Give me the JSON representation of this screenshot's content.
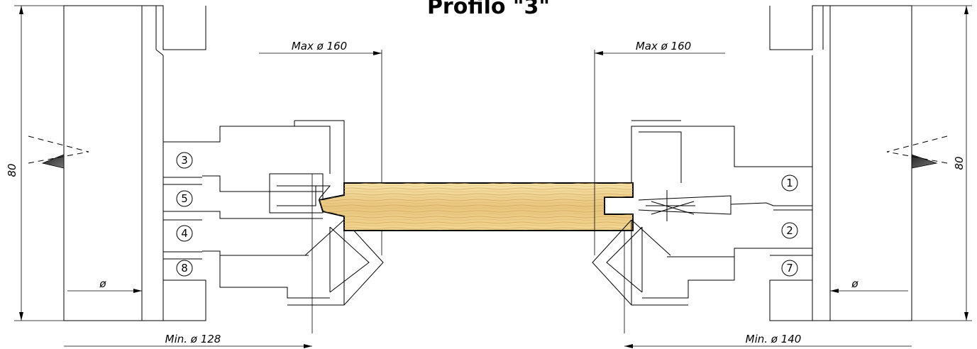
{
  "title": "Profilo \"3\"",
  "dimensions": {
    "max_left": "Max   ø 160",
    "max_right": "Max   ø 160",
    "min_left": "Min. ø 128",
    "min_right": "Min. ø 140",
    "height_left": "80",
    "height_right": "80",
    "bore_left": "ø",
    "bore_right": "ø"
  },
  "cutters_left": [
    "3",
    "5",
    "4",
    "8"
  ],
  "cutters_right": [
    "1",
    "2",
    "7"
  ],
  "colors": {
    "wood_light": "#f3dc9c",
    "wood_dark": "#d9b163",
    "line": "#000000"
  }
}
